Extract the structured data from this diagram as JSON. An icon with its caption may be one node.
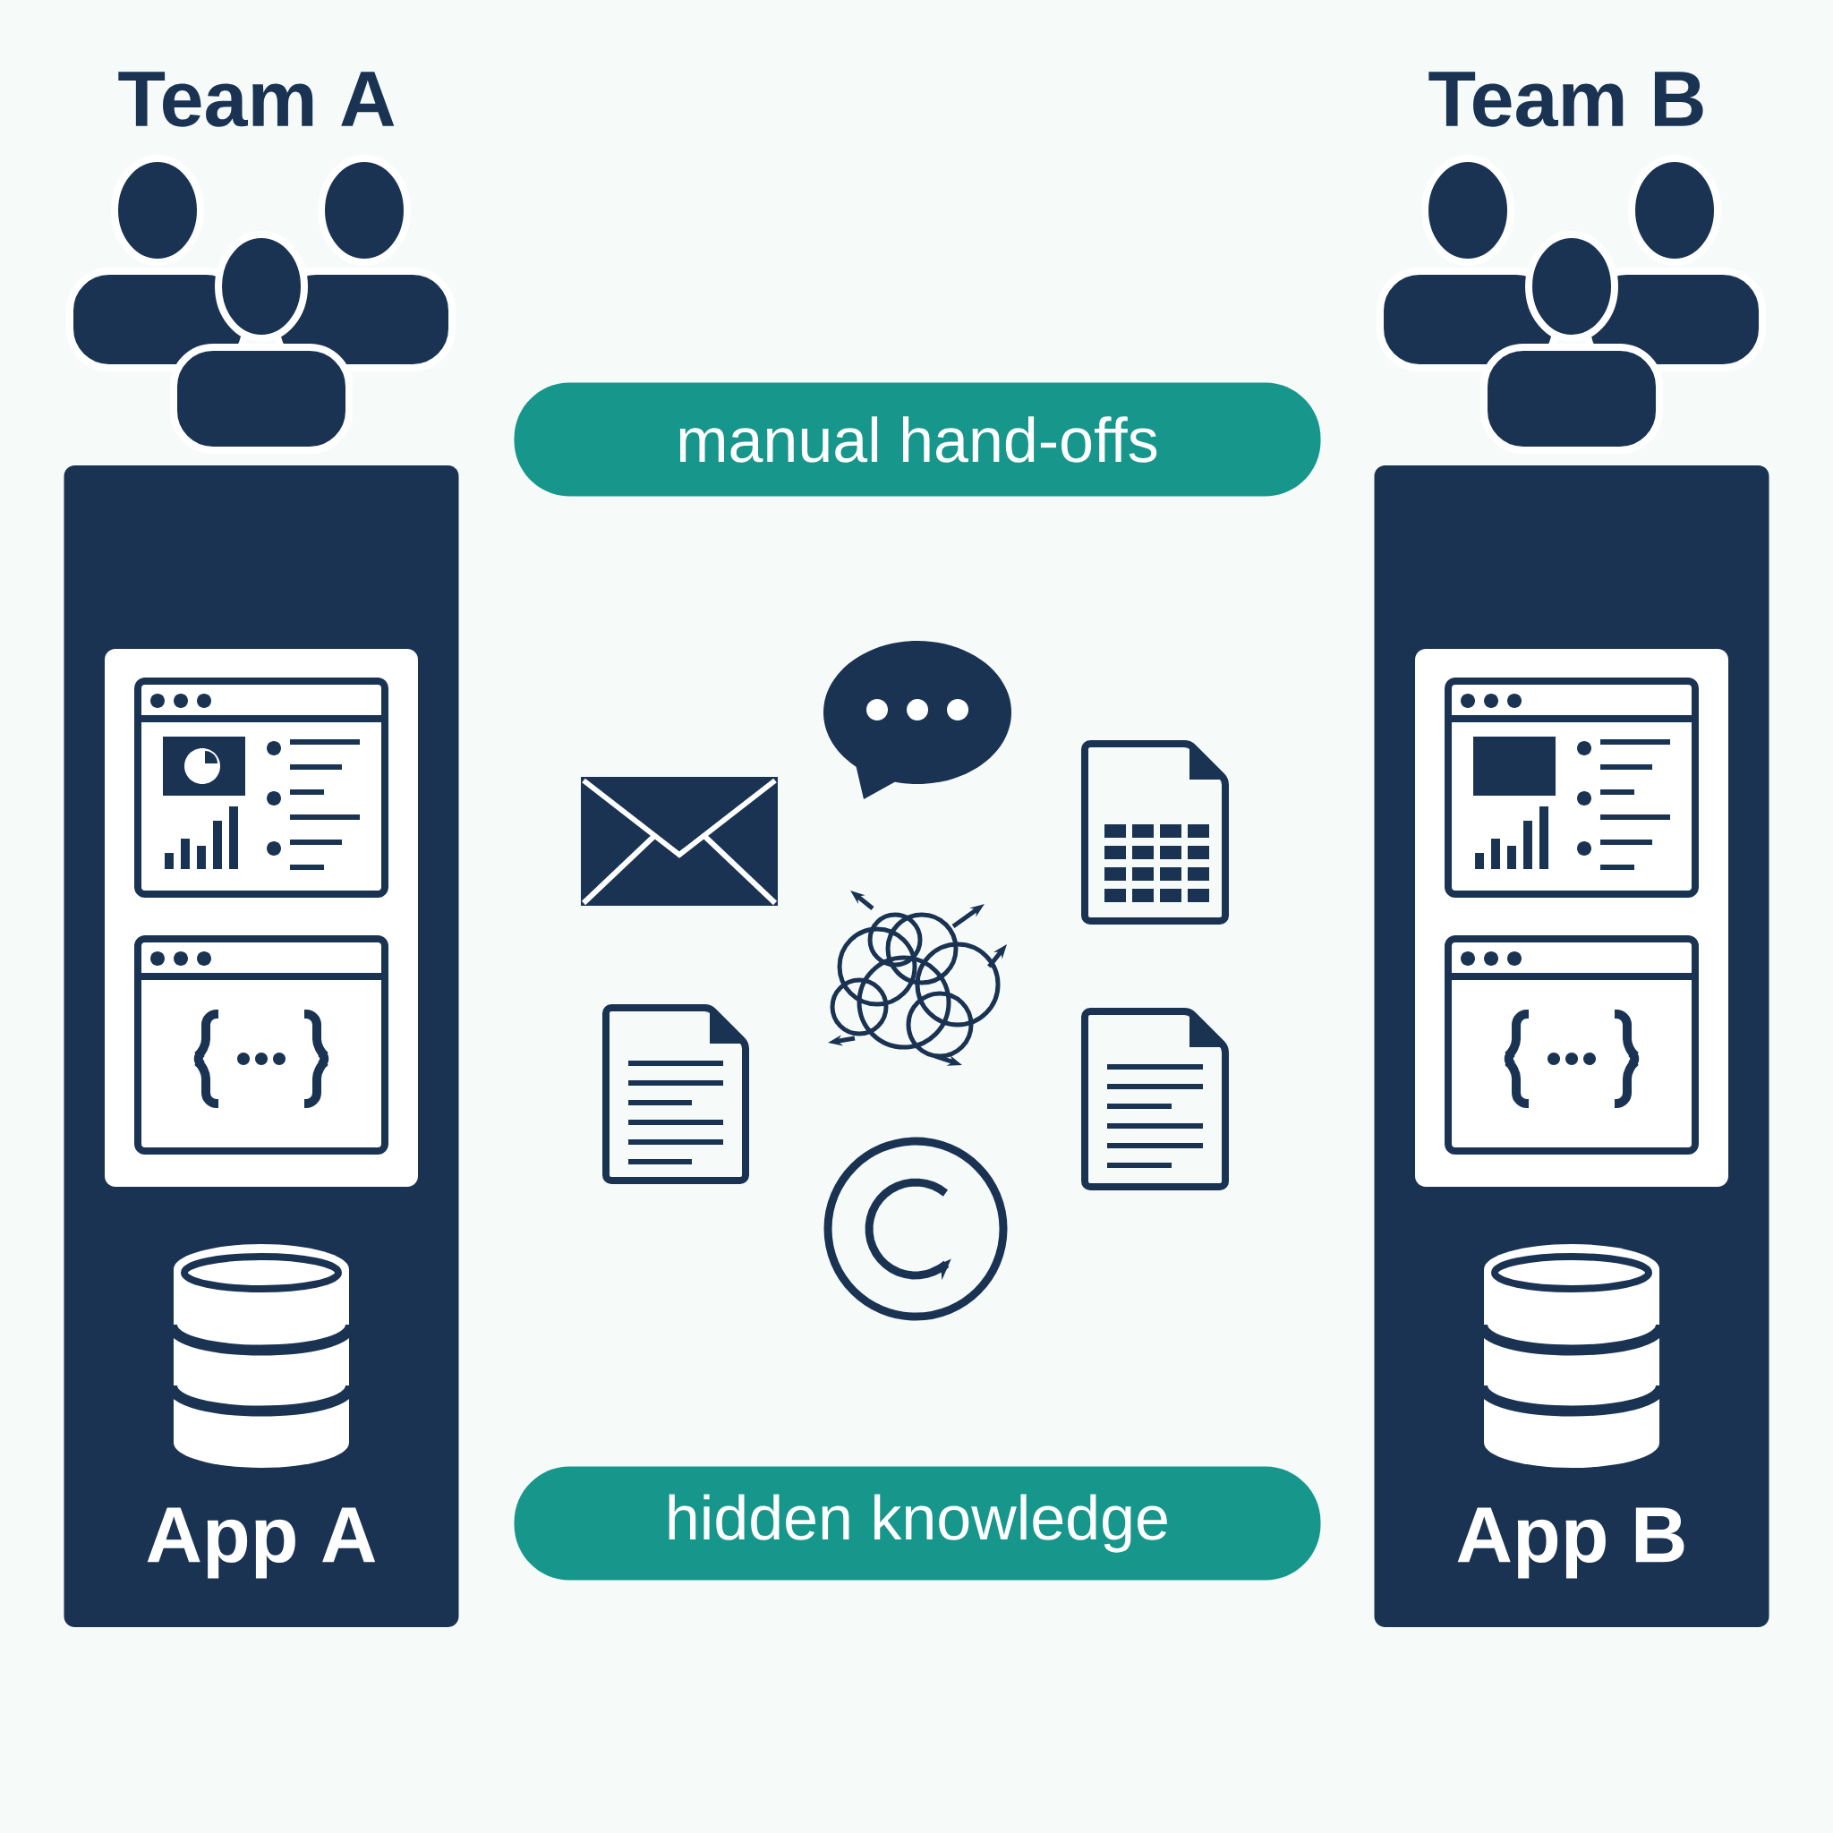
{
  "diagram": {
    "nodes": [
      {
        "text": [
          "App A"
        ]
      },
      {
        "text": [
          "App B"
        ]
      },
      {
        "text": [
          "manual hand-offs"
        ]
      },
      {
        "text": [
          "hidden knowledge"
        ]
      }
    ],
    "labels": [
      "Team A",
      "Team B"
    ]
  }
}
